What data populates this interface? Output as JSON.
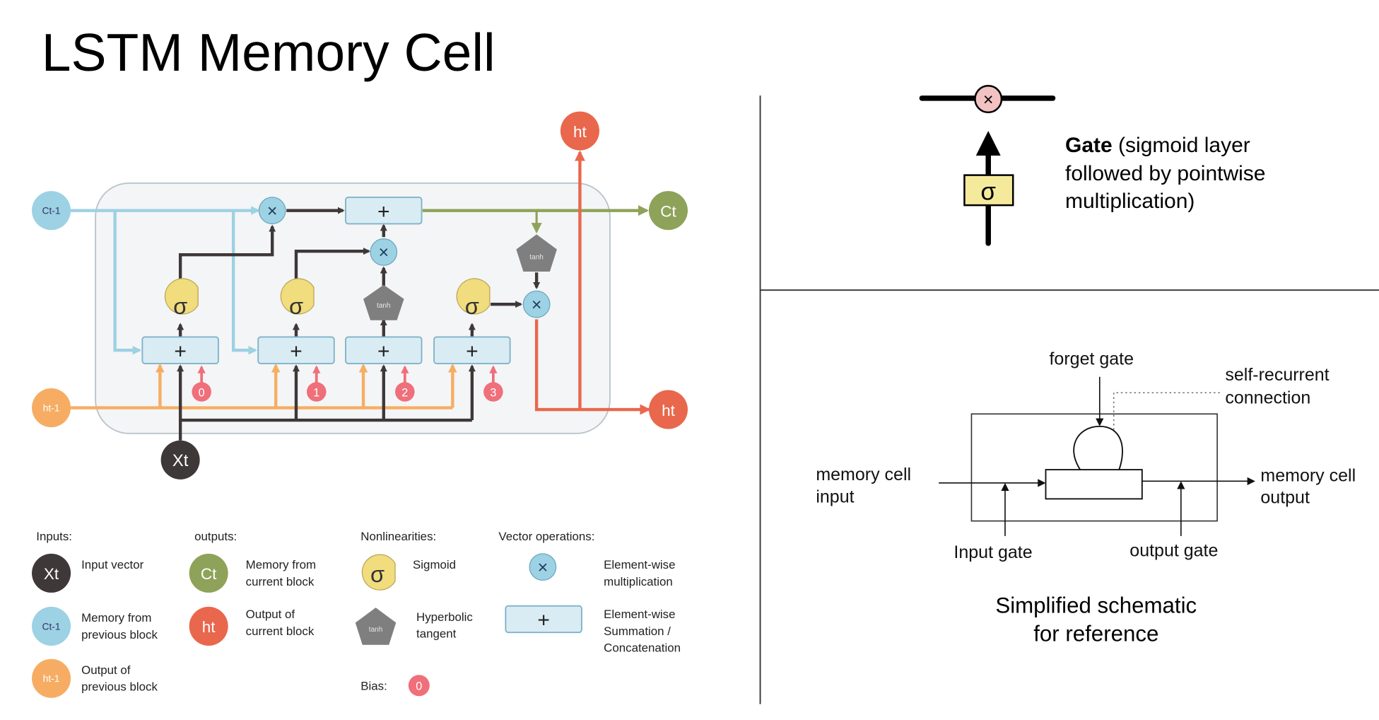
{
  "title": "LSTM Memory Cell",
  "diagram": {
    "c_prev": "Ct-1",
    "h_prev": "ht-1",
    "x_in": "Xt",
    "c_out": "Ct",
    "h_out": "ht",
    "h_out_top": "ht",
    "sigma": "σ",
    "tanh": "tanh",
    "plus": "+",
    "times": "×",
    "biases": [
      "0",
      "1",
      "2",
      "3"
    ]
  },
  "legend": {
    "inputs_header": "Inputs:",
    "outputs_header": "outputs:",
    "nonlin_header": "Nonlinearities:",
    "vecops_header": "Vector operations:",
    "input_vector": [
      "Input vector"
    ],
    "memory_prev": [
      "Memory from",
      "previous block"
    ],
    "output_prev": [
      "Output of",
      "previous block"
    ],
    "memory_curr": [
      "Memory from",
      "current block"
    ],
    "output_curr": [
      "Output of",
      "current block"
    ],
    "sigmoid": [
      "Sigmoid"
    ],
    "tanh": [
      "Hyperbolic",
      "tangent"
    ],
    "mult": [
      "Element-wise",
      "multiplication"
    ],
    "sum": [
      "Element-wise",
      "Summation /",
      "Concatenation"
    ],
    "bias_label": "Bias:",
    "bias_value": "0"
  },
  "gate": {
    "bold": "Gate",
    "text_lines": [
      " (sigmoid layer",
      "followed by pointwise",
      "multiplication)"
    ]
  },
  "schematic": {
    "forget_gate": "forget gate",
    "self_recurrent": [
      "self-recurrent",
      "connection"
    ],
    "cell_input": [
      "memory cell",
      "input"
    ],
    "cell_output": [
      "memory cell",
      "output"
    ],
    "input_gate": "Input gate",
    "output_gate": "output gate",
    "caption": [
      "Simplified schematic",
      "for reference"
    ]
  },
  "colors": {
    "cell_mem": "#9dd1e4",
    "output_prev": "#f6ad63",
    "output_h": "#e9674c",
    "memory_c": "#8fa25a",
    "input_x": "#3f3838",
    "sigmoid": "#f1dc7e",
    "tanh": "#7f7f7f",
    "mult": "#9dd1e4",
    "sum_box": "#d9ecf3",
    "bias": "#ef6f7a"
  }
}
